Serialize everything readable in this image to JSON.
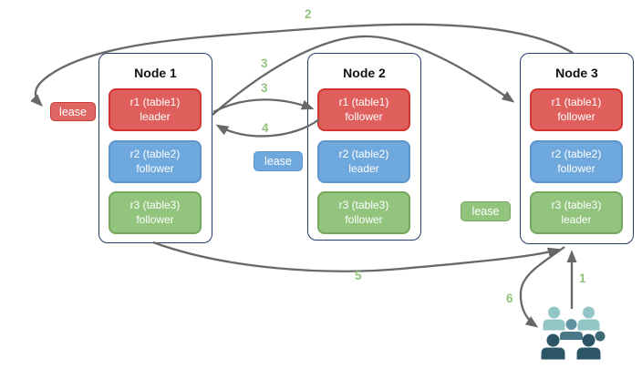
{
  "nodes": [
    {
      "title": "Node 1",
      "replicas": [
        {
          "name": "r1 (table1)",
          "role": "leader",
          "color": "red"
        },
        {
          "name": "r2 (table2)",
          "role": "follower",
          "color": "blue"
        },
        {
          "name": "r3 (table3)",
          "role": "follower",
          "color": "green"
        }
      ]
    },
    {
      "title": "Node 2",
      "replicas": [
        {
          "name": "r1 (table1)",
          "role": "follower",
          "color": "red"
        },
        {
          "name": "r2 (table2)",
          "role": "leader",
          "color": "blue"
        },
        {
          "name": "r3 (table3)",
          "role": "follower",
          "color": "green"
        }
      ]
    },
    {
      "title": "Node 3",
      "replicas": [
        {
          "name": "r1 (table1)",
          "role": "follower",
          "color": "red"
        },
        {
          "name": "r2 (table2)",
          "role": "follower",
          "color": "blue"
        },
        {
          "name": "r3 (table3)",
          "role": "leader",
          "color": "green"
        }
      ]
    }
  ],
  "leases": [
    {
      "label": "lease",
      "color": "red"
    },
    {
      "label": "lease",
      "color": "blue"
    },
    {
      "label": "lease",
      "color": "green"
    }
  ],
  "steps": {
    "s1": "1",
    "s2": "2",
    "s3a": "3",
    "s3b": "3",
    "s4": "4",
    "s5": "5",
    "s6": "6"
  },
  "client": {
    "icon": "users-group-icon"
  },
  "colors": {
    "red_fill": "#df5f5c",
    "red_border": "#cf3730",
    "blue_fill": "#6fa8dc",
    "blue_border": "#5d96cc",
    "green_fill": "#93c47d",
    "green_border": "#74a85c",
    "node_border": "#263c6b",
    "arrow": "#686868",
    "step_label": "#93c47d",
    "users_light": "#92c6c6",
    "users_medium": "#5d93a3",
    "users_dark": "#2c5666"
  }
}
